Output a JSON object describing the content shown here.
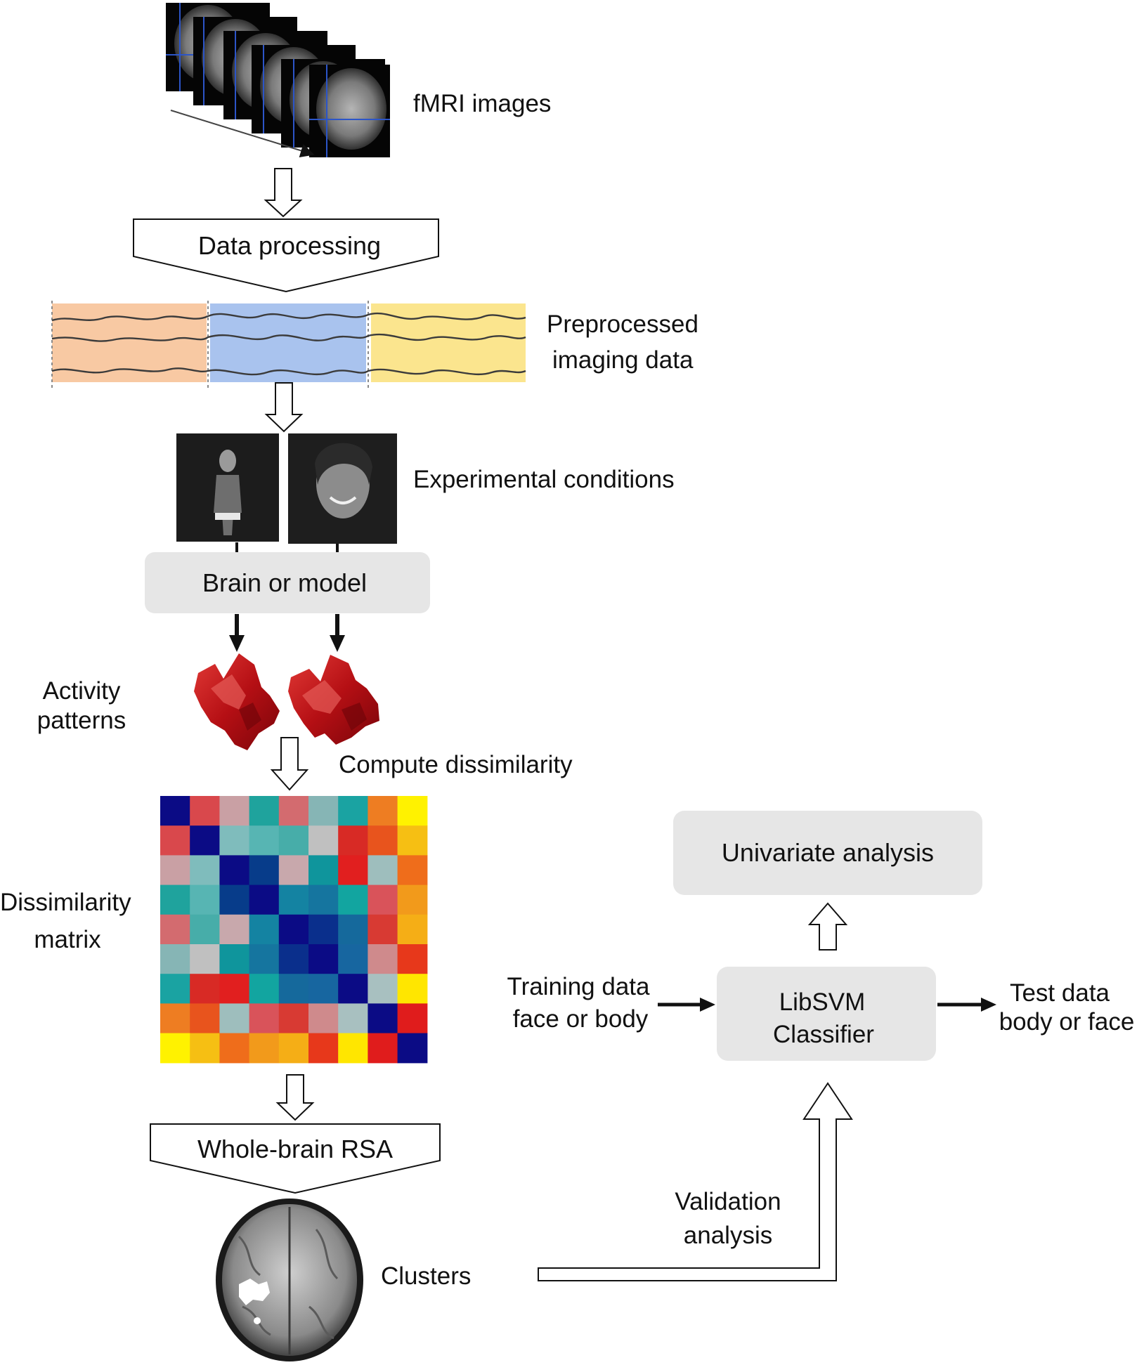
{
  "labels": {
    "fmri_images": "fMRI images",
    "data_processing": "Data processing",
    "preprocessed_line1": "Preprocessed",
    "preprocessed_line2": "imaging data",
    "experimental_conditions": "Experimental conditions",
    "brain_or_model": "Brain or model",
    "activity_line1": "Activity",
    "activity_line2": "patterns",
    "compute_dissimilarity": "Compute dissimilarity",
    "dissimilarity_line1": "Dissimilarity",
    "dissimilarity_line2": "matrix",
    "whole_brain_rsa": "Whole-brain RSA",
    "clusters": "Clusters",
    "validation_line1": "Validation",
    "validation_line2": "analysis",
    "univariate_analysis": "Univariate analysis",
    "libsvm_line1": "LibSVM",
    "libsvm_line2": "Classifier",
    "training_line1": "Training data",
    "training_line2": "face or body",
    "test_line1": "Test data",
    "test_line2": "body or face"
  },
  "colors": {
    "box_fill": "#e6e6e6",
    "arrow_stroke": "#111111",
    "segment_orange": "#f8c9a3",
    "segment_blue": "#a9c3ee",
    "segment_yellow": "#fbe58e",
    "activity_red": "#c8151b"
  },
  "matrix_colors": [
    [
      "#0b0b85",
      "#d9484c",
      "#c9a0a4",
      "#1fa39d",
      "#d36b6f",
      "#86b5b5",
      "#1aa3a2",
      "#ee7d22",
      "#fff200"
    ],
    [
      "#d9484c",
      "#0b0b85",
      "#7fbcbc",
      "#57b5b3",
      "#47ada9",
      "#c0c0c0",
      "#d82a25",
      "#e8541d",
      "#f6bf13"
    ],
    [
      "#c9a0a4",
      "#7fbcbc",
      "#0b0b85",
      "#073c8a",
      "#c8a8ac",
      "#0f959c",
      "#e11f1f",
      "#9ebebd",
      "#ef6d1b"
    ],
    [
      "#1fa39d",
      "#57b5b3",
      "#073c8a",
      "#0b0b85",
      "#1483a2",
      "#15759f",
      "#12a5a0",
      "#d9535a",
      "#f29a1b"
    ],
    [
      "#d36b6f",
      "#47ada9",
      "#c8a8ac",
      "#1483a2",
      "#0b0b85",
      "#0a2f8c",
      "#15699c",
      "#d83a33",
      "#f5ae16"
    ],
    [
      "#86b5b5",
      "#c0c0c0",
      "#0f959c",
      "#15759f",
      "#0a2f8c",
      "#0b0b85",
      "#1766a0",
      "#cf8a8c",
      "#e7381b"
    ],
    [
      "#1aa3a2",
      "#d82a25",
      "#e11f1f",
      "#12a5a0",
      "#15699c",
      "#1766a0",
      "#0b0b85",
      "#a8c0c0",
      "#ffe600"
    ],
    [
      "#ee7d22",
      "#e8541d",
      "#9ebebd",
      "#d9535a",
      "#d83a33",
      "#cf8a8c",
      "#a8c0c0",
      "#0b0b85",
      "#e01c1c"
    ],
    [
      "#fff200",
      "#f6bf13",
      "#ef6d1b",
      "#f29a1b",
      "#f5ae16",
      "#e7381b",
      "#ffe600",
      "#e01c1c",
      "#0b0b85"
    ]
  ]
}
